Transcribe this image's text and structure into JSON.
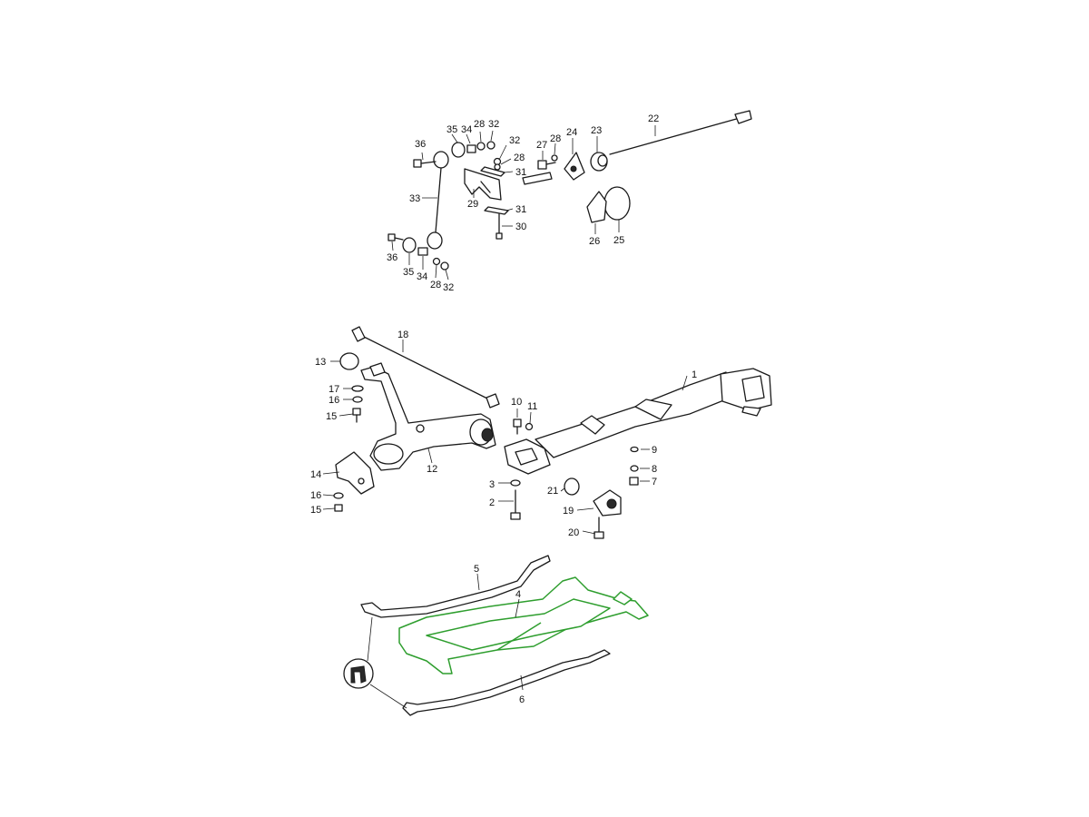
{
  "callouts": [
    "1",
    "2",
    "3",
    "4",
    "5",
    "6",
    "7",
    "8",
    "9",
    "10",
    "11",
    "12",
    "13",
    "14",
    "15",
    "16",
    "17",
    "18",
    "19",
    "20",
    "21",
    "22",
    "23",
    "24",
    "25",
    "26",
    "27",
    "28",
    "29",
    "30",
    "31",
    "32",
    "33",
    "34",
    "35",
    "36"
  ],
  "colors": {
    "line": "#1a1a1a",
    "highlight": "#2e9e2e",
    "background": "#ffffff"
  },
  "highlighted_part": "4"
}
